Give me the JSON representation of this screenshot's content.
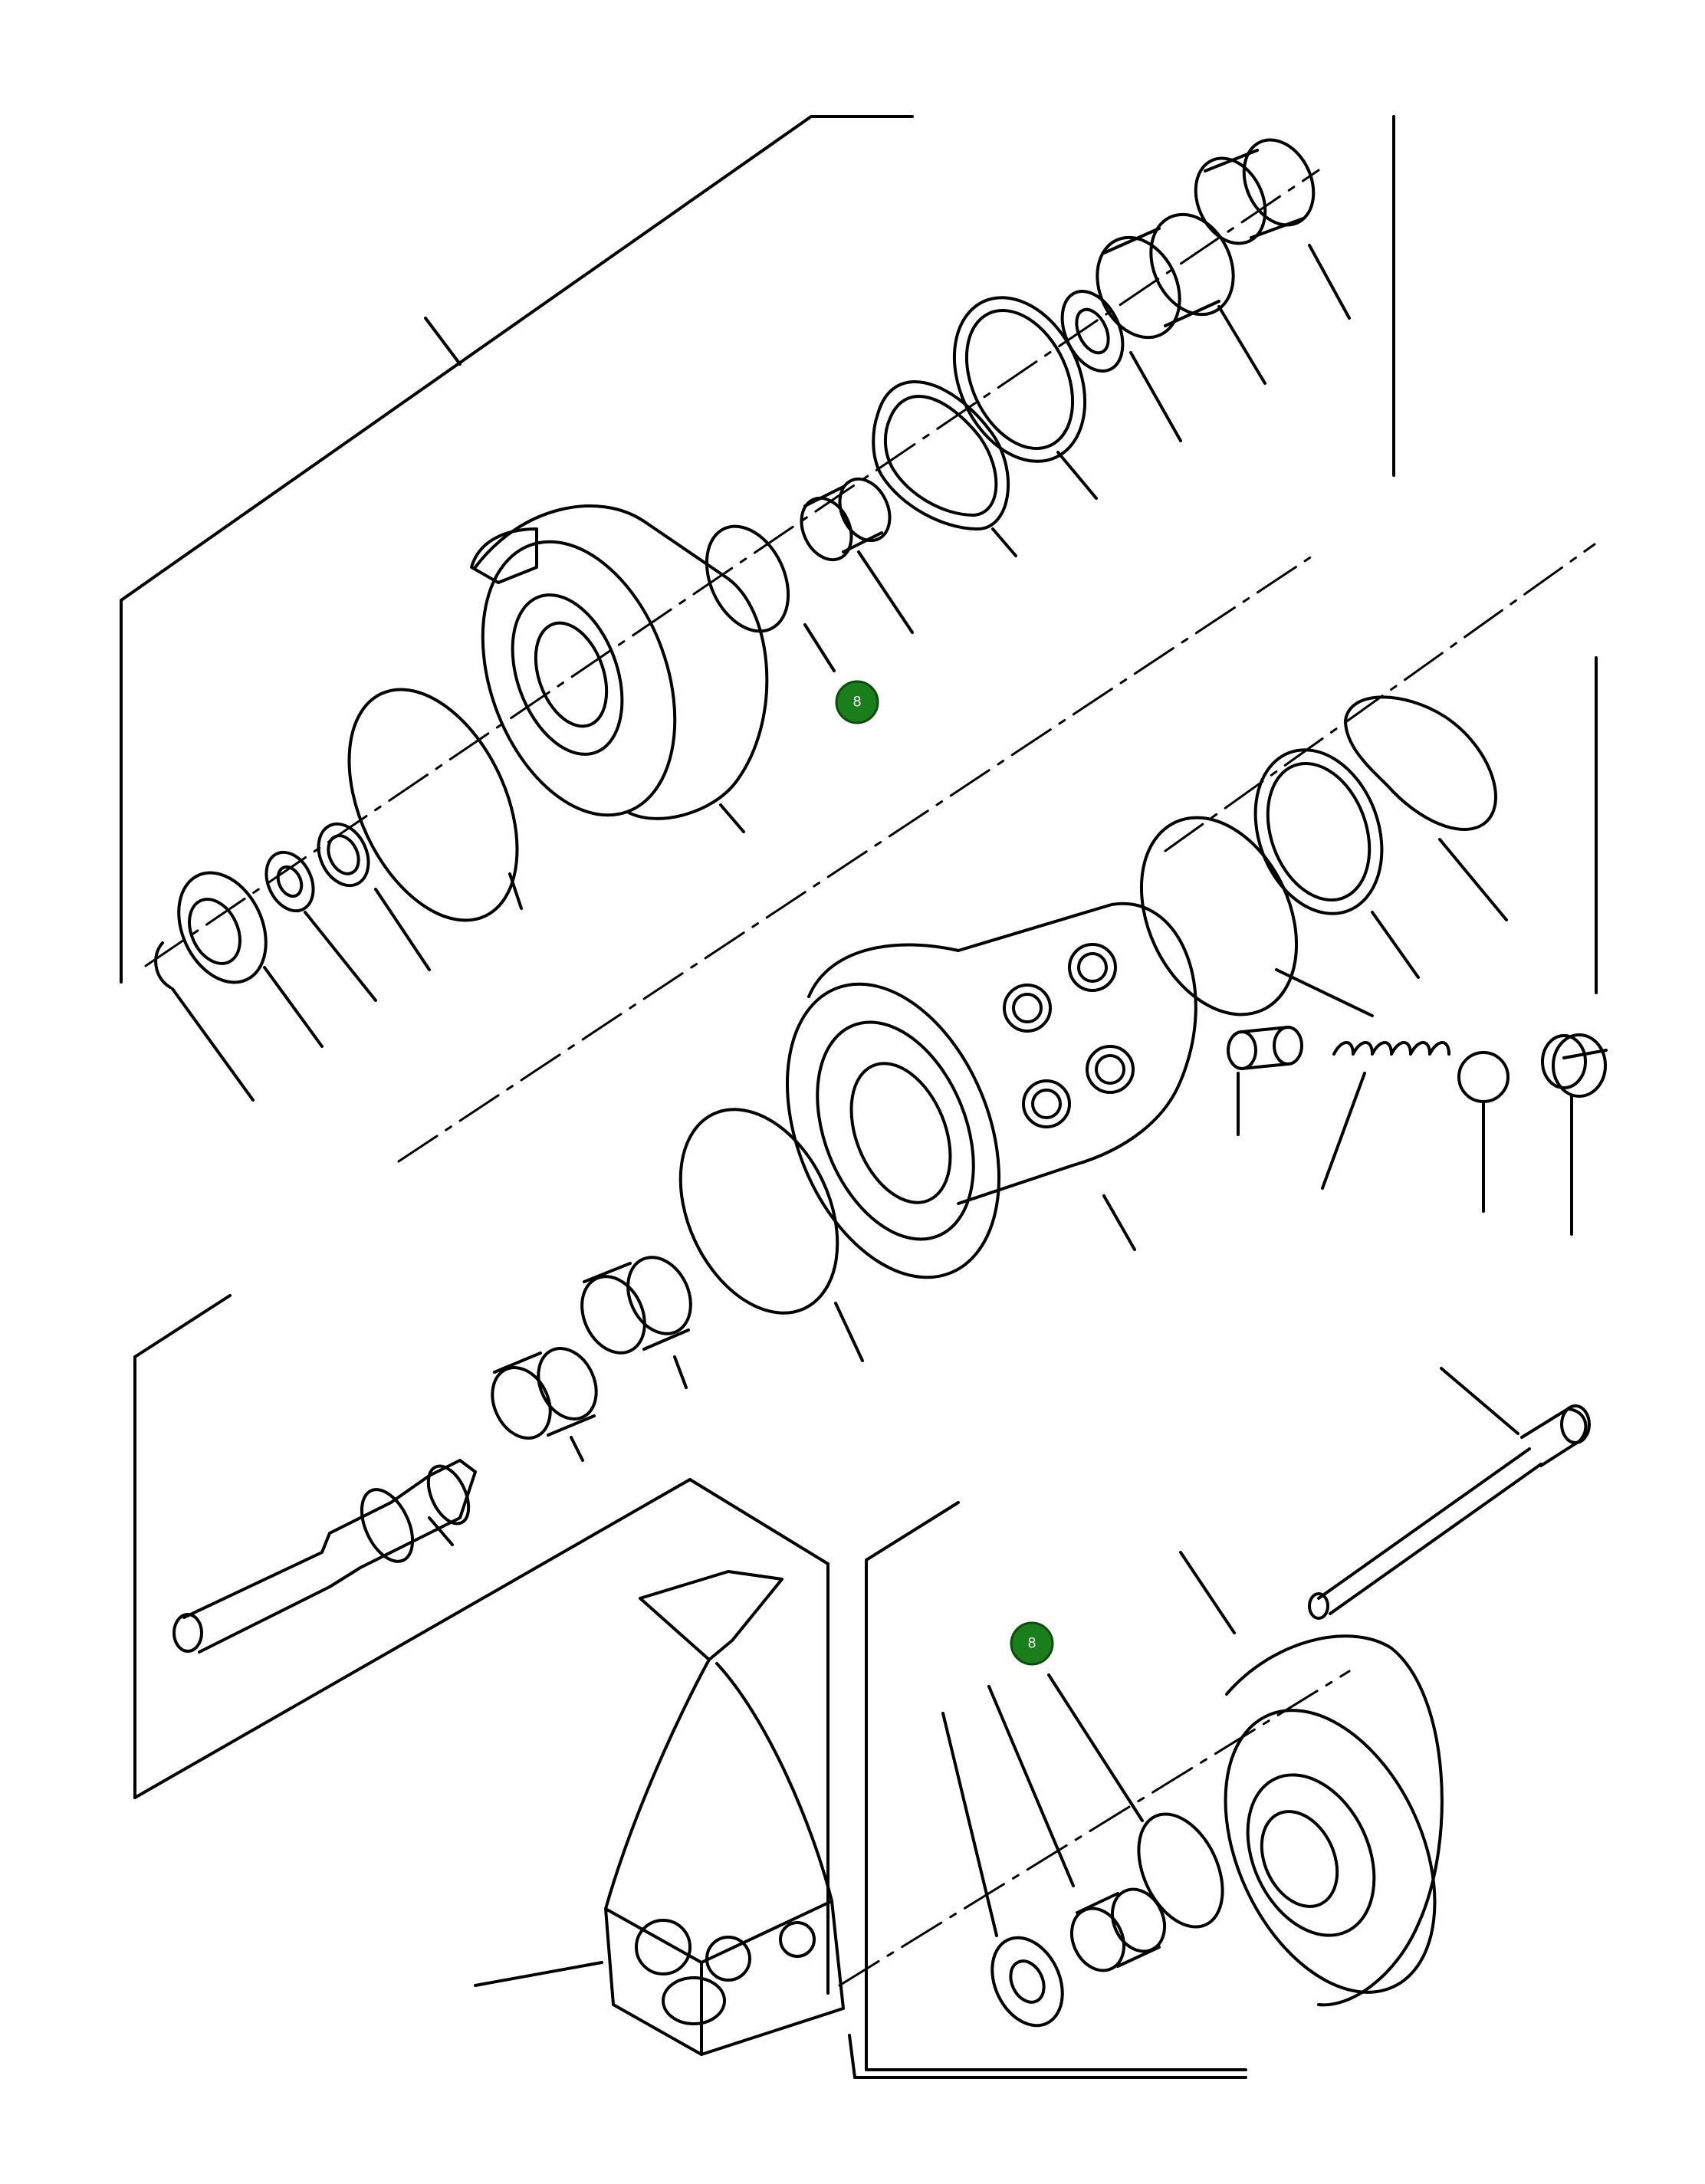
{
  "diagram": {
    "type": "exploded-parts-view",
    "callouts": [
      {
        "id": "callout-upper",
        "label": "8",
        "color": "#1a7f1a"
      },
      {
        "id": "callout-lower",
        "label": "8",
        "color": "#1a7f1a"
      }
    ]
  }
}
